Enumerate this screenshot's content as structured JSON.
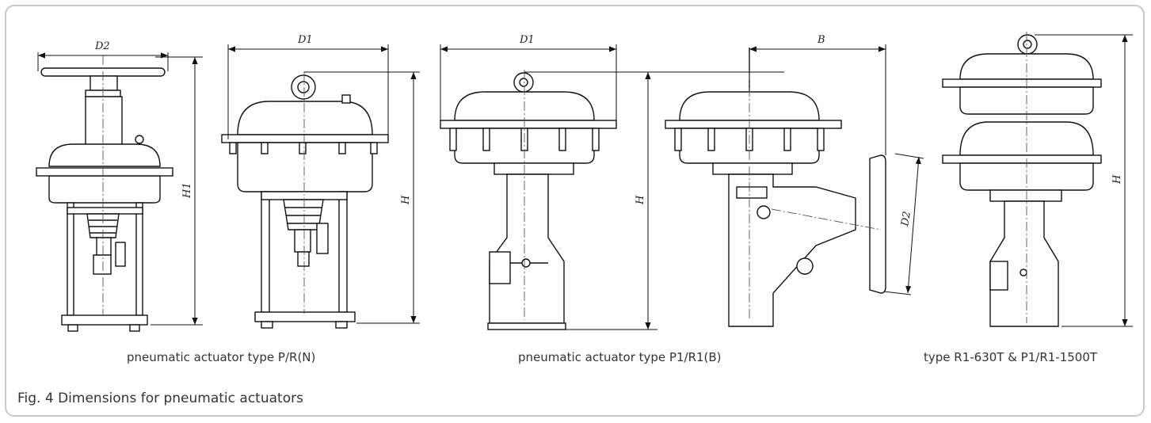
{
  "figure_title": "Fig. 4 Dimensions for pneumatic actuators",
  "captions": {
    "pr_n": "pneumatic actuator type P/R(N)",
    "p1r1_b": "pneumatic actuator type  P1/R1(B)",
    "tandem": "type R1-630T & P1/R1-1500T"
  },
  "dimension_labels": {
    "d2_handwheel": "D2",
    "h1": "H1",
    "d1_prn": "D1",
    "h_prn": "H",
    "d1_p1r1": "D1",
    "h_p1r1": "H",
    "b": "B",
    "d2_side": "D2",
    "h_tandem": "H"
  }
}
